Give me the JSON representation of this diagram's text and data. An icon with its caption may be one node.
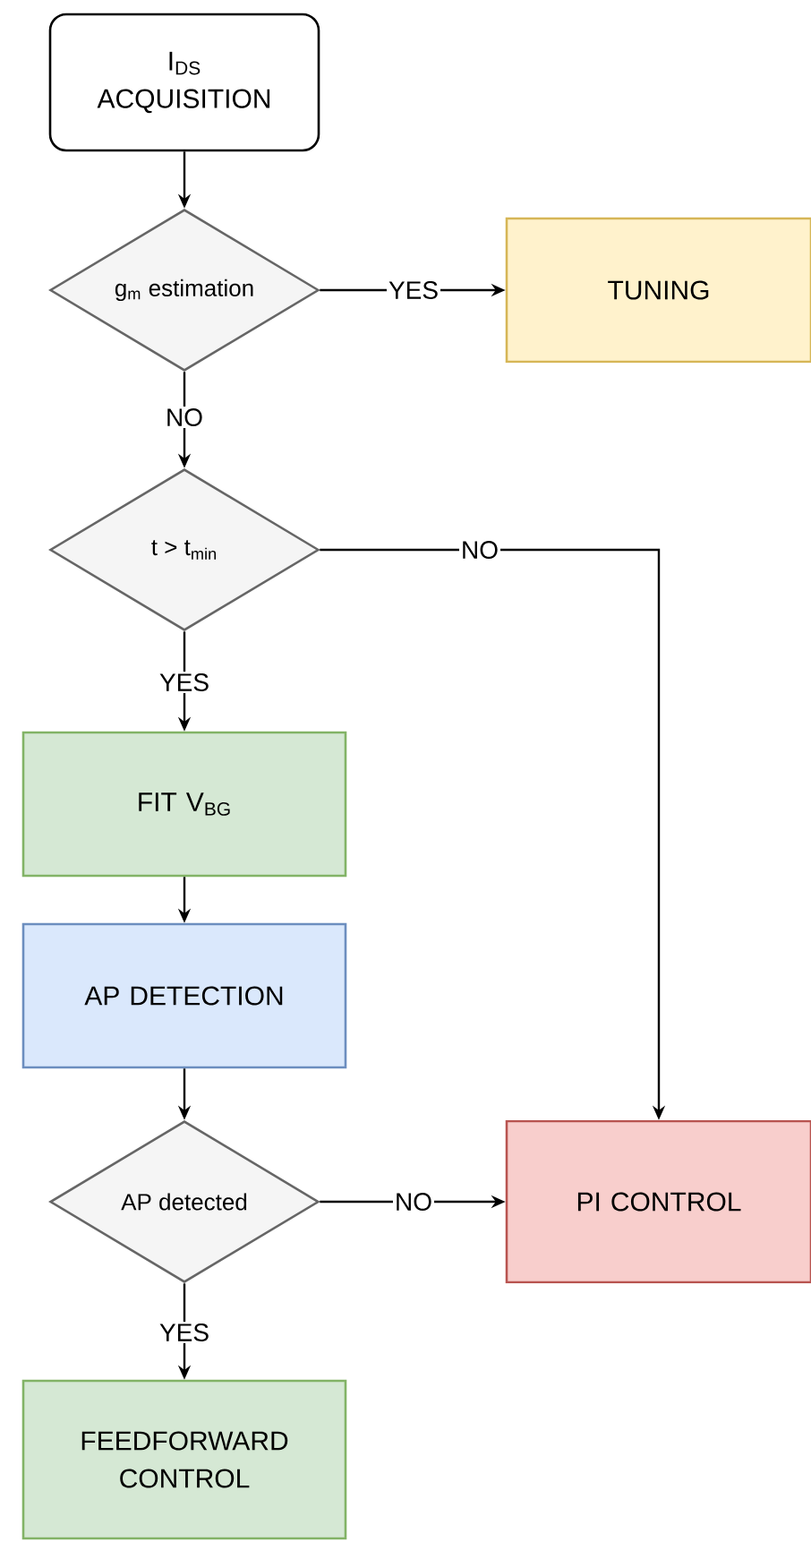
{
  "diagram": {
    "nodes": [
      {
        "text": [
          "I$_{DS}$ ACQUISITION"
        ]
      },
      {
        "text": [
          "g$_{m}$ estimation"
        ]
      },
      {
        "text": [
          "TUNING"
        ]
      },
      {
        "text": [
          "t > t$_{min}$"
        ]
      },
      {
        "text": [
          "FIT V$_{BG}$"
        ]
      },
      {
        "text": [
          "AP DETECTION"
        ]
      },
      {
        "text": [
          "AP detected"
        ]
      },
      {
        "text": [
          "PI CONTROL"
        ]
      },
      {
        "text": [
          "FEEDFORWARD CONTROL"
        ]
      }
    ],
    "edges": [
      {
        "from": 0,
        "to": 1,
        "arrow": "to"
      },
      {
        "from": 1,
        "to": 2,
        "arrow": "to",
        "label": "YES"
      },
      {
        "from": 1,
        "to": 3,
        "arrow": "to",
        "label": "NO"
      },
      {
        "from": 3,
        "to": 7,
        "arrow": "to",
        "label": "NO"
      },
      {
        "from": 3,
        "to": 4,
        "arrow": "to",
        "label": "YES"
      },
      {
        "from": 4,
        "to": 5,
        "arrow": "to"
      },
      {
        "from": 5,
        "to": 6,
        "arrow": "to"
      },
      {
        "from": 6,
        "to": 7,
        "arrow": "to",
        "label": "NO"
      },
      {
        "from": 6,
        "to": 8,
        "arrow": "to",
        "label": "YES"
      }
    ]
  }
}
